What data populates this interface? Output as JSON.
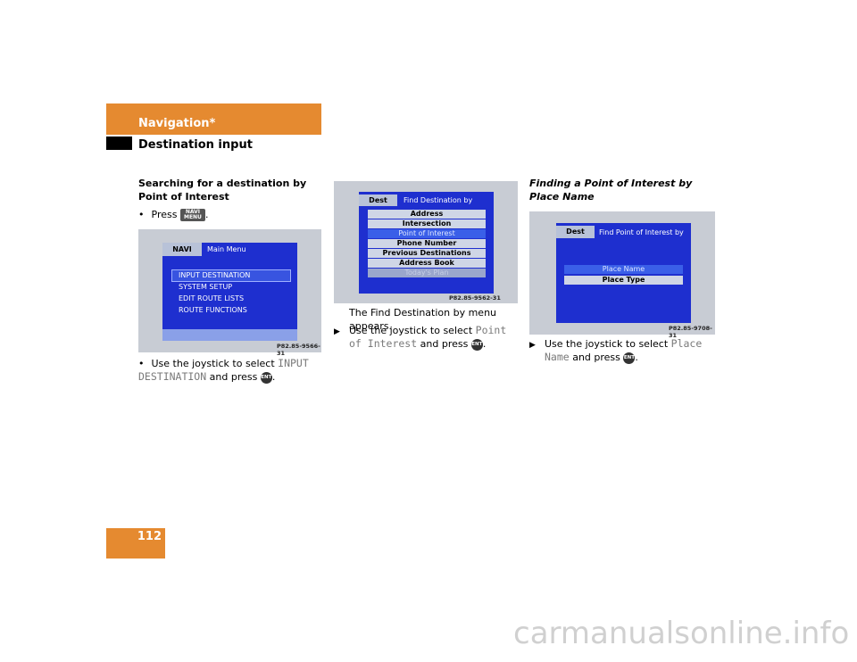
{
  "header": {
    "title": "Navigation*",
    "subtitle": "Destination input"
  },
  "page_number": "112",
  "col1": {
    "heading": "Searching for a destination by Point of Interest",
    "bullet1_prefix": "Press",
    "navi_key_top": "NAVI",
    "navi_key_bottom": "MENU",
    "bullet1_suffix": ".",
    "screen": {
      "tab": "NAVI",
      "title": "Main Menu",
      "items": [
        "INPUT DESTINATION",
        "SYSTEM SETUP",
        "EDIT ROUTE LISTS",
        "ROUTE FUNCTIONS"
      ],
      "caption": "P82.85-9566-31"
    },
    "bullet2_prefix": "Use the joystick to select",
    "bullet2_code": "INPUT DESTINATION",
    "bullet2_suffix": "and press"
  },
  "col2": {
    "screen": {
      "tab": "Dest",
      "title": "Find Destination by",
      "items": [
        "Address",
        "Intersection",
        "Point of Interest",
        "Phone Number",
        "Previous Destinations",
        "Address Book",
        "Today's Plan"
      ],
      "caption": "P82.85-9562-31"
    },
    "note": "The Find Destination by menu appears.",
    "step_prefix": "Use the joystick to select",
    "step_code": "Point of Interest",
    "step_suffix": "and press"
  },
  "col3": {
    "heading": "Finding a Point of Interest by Place Name",
    "screen": {
      "tab": "Dest",
      "title": "Find Point of Interest by",
      "items": [
        "Place Name",
        "Place Type"
      ],
      "caption": "P82.85-9708-31"
    },
    "step_prefix": "Use the joystick to select",
    "step_code": "Place Name",
    "step_suffix": "and press"
  },
  "ent_key_label": "ENT",
  "bullet_symbol": "•",
  "arrow_symbol": "▶",
  "icons": [
    "navi-menu-key-icon",
    "ent-key-icon",
    "bullet-icon",
    "arrow-icon"
  ],
  "colors": {
    "accent": "#e58a30",
    "screen_blue": "#1e2fcf",
    "photo_grey": "#c8ccd4"
  },
  "watermark": "carmanualsonline.info"
}
